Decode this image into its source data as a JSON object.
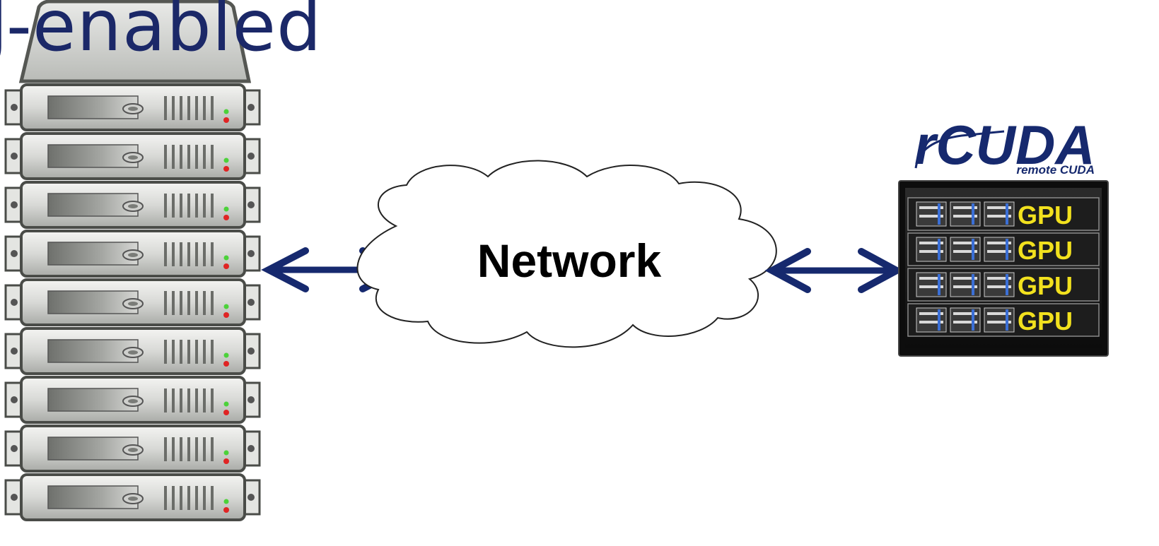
{
  "slide": {
    "heading_fragment": "J-enabled"
  },
  "diagram": {
    "network_label": "Network",
    "gpu_units": [
      "GPU",
      "GPU",
      "GPU",
      "GPU"
    ],
    "logo": {
      "main": "rCUDA",
      "sub": "remote CUDA"
    },
    "server_units_count": 9,
    "icons": [
      "server-rack-icon",
      "cloud-icon",
      "gpu-rack-icon",
      "rcuda-logo"
    ],
    "colors": {
      "accent": "#1b2868",
      "arrow": "#16296e",
      "gpu_text": "#f2e11e",
      "server_body": "#c9cbc7",
      "rack_body": "#1a1a1a"
    }
  }
}
